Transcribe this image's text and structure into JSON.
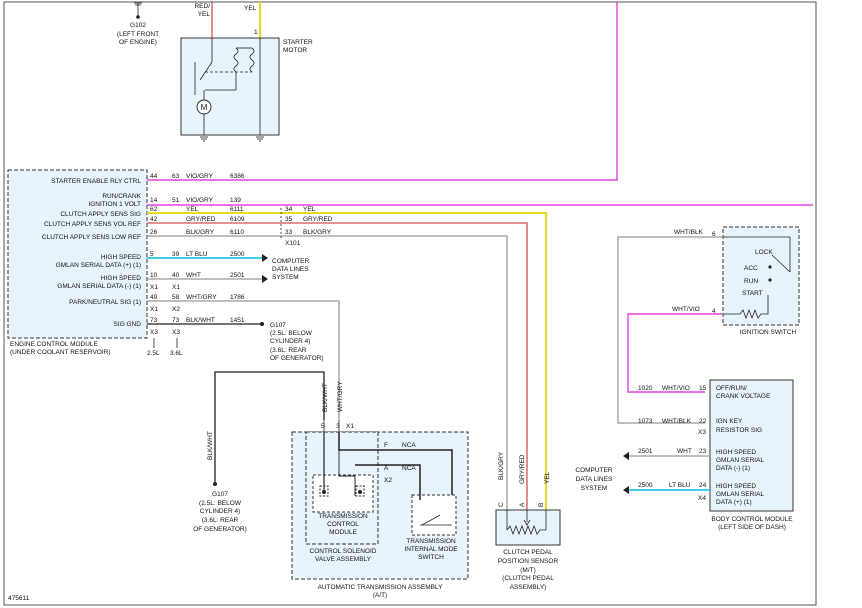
{
  "figure_id": "475611",
  "g102": {
    "id": "G102",
    "loc1": "(LEFT FRONT",
    "loc2": "OF ENGINE)"
  },
  "starter": {
    "w_red": "RED/",
    "w_yel1": "YEL",
    "w_yel2": "YEL",
    "pin1": "1",
    "name1": "STARTER",
    "name2": "MOTOR"
  },
  "ecm": {
    "name1": "ENGINE CONTROL MODULE",
    "name2": "(UNDER COOLANT RESERVOIR)",
    "rows": [
      {
        "label": "STARTER ENABLE RLY CTRL",
        "pin": "44",
        "ckt": "63",
        "color": "VIO/GRY",
        "num": "6386"
      },
      {
        "label": "RUN/CRANK",
        "pin": "",
        "ckt": "",
        "color": "",
        "num": ""
      },
      {
        "label": "IGNITION 1 VOLT",
        "pin": "14",
        "ckt": "51",
        "color": "VIO/GRY",
        "num": "139"
      },
      {
        "label": "CLUTCH APPLY SENS SIG",
        "pin": "62",
        "ckt": "",
        "color": "YEL",
        "num": "6111"
      },
      {
        "label": "CLUTCH APPLY SENS VOL REF",
        "pin": "42",
        "ckt": "",
        "color": "GRY/RED",
        "num": "6109"
      },
      {
        "label": "CLUTCH APPLY SENS LOW REF",
        "pin": "26",
        "ckt": "",
        "color": "BLK/GRY",
        "num": "6110"
      },
      {
        "label": "HIGH SPEED",
        "pin": "",
        "ckt": "",
        "color": "",
        "num": ""
      },
      {
        "label": "GMLAN SERIAL DATA (+) (1)",
        "pin": "5",
        "ckt": "39",
        "color": "LT BLU",
        "num": "2500"
      },
      {
        "label": "HIGH SPEED",
        "pin": "",
        "ckt": "",
        "color": "",
        "num": ""
      },
      {
        "label": "GMLAN SERIAL DATA (-) (1)",
        "pin": "10",
        "ckt": "40",
        "color": "WHT",
        "num": "2501"
      },
      {
        "label": "PARK/NEUTRAL SIG (1)",
        "pin": "49",
        "ckt": "58",
        "color": "WHT/GRY",
        "num": "1786"
      },
      {
        "label": "SIG GND",
        "pin": "73",
        "ckt": "73",
        "color": "BLK/WHT",
        "num": "1451"
      }
    ],
    "x1a": "X1",
    "x1b": "X1",
    "x1c": "X1",
    "x2a": "X2",
    "x3a": "X3",
    "x3b": "X3",
    "eng1": "2.5L",
    "eng2": "3.6L"
  },
  "x101": {
    "pin34": "34",
    "pin35": "35",
    "pin33": "33",
    "c34": "YEL",
    "c35": "GRY/RED",
    "c33": "BLK/GRY",
    "id": "X101"
  },
  "cdls_left": {
    "l1": "COMPUTER",
    "l2": "DATA LINES",
    "l3": "SYSTEM"
  },
  "g107a": {
    "id": "G107",
    "l1": "(2.5L: BELOW",
    "l2": "CYLINDER 4)",
    "l3": "(3.6L: REAR",
    "l4": "OF GENERATOR)"
  },
  "g107b": {
    "id": "G107",
    "l1": "(2.5L: BELOW",
    "l2": "CYLINDER 4)",
    "l3": "(3.6L: REAR",
    "l4": "OF GENERATOR)",
    "wire": "BLK/WHT"
  },
  "trans": {
    "w1": "BLK/WHT",
    "w2": "WHT/GRY",
    "p5": "5",
    "p3": "3",
    "x1": "X1",
    "x2": "X2",
    "f": "F",
    "a": "A",
    "nca1": "NCA",
    "nca2": "NCA",
    "tcm1": "TRANSMISSION",
    "tcm2": "CONTROL",
    "tcm3": "MODULE",
    "csv1": "CONTROL SOLENOID",
    "csv2": "VALVE ASSEMBLY",
    "ims1": "TRANSMISSION",
    "ims2": "INTERNAL MODE",
    "ims3": "SWITCH",
    "ata1": "AUTOMATIC TRANSMISSION ASSEMBLY",
    "ata2": "(A/T)"
  },
  "clutch": {
    "wc": "BLK/GRY",
    "wa": "GRY/RED",
    "wb": "YEL",
    "pc": "C",
    "pa": "A",
    "pb": "B",
    "n1": "CLUTCH PEDAL",
    "n2": "POSITION SENSOR",
    "n3": "(M/T)",
    "n4": "(CLUTCH PEDAL",
    "n5": "ASSEMBLY)"
  },
  "ign": {
    "c1": "WHT/BLK",
    "p6": "6",
    "c2": "WHT/VIO",
    "p4": "4",
    "lock": "LOCK",
    "acc": "ACC",
    "run": "RUN",
    "start": "START",
    "name": "IGNITION SWITCH"
  },
  "bcm": {
    "r1n": "1020",
    "r1c": "WHT/VIO",
    "r1p": "15",
    "r1a": "OFF/RUN/",
    "r1b": "CRANK VOLTAGE",
    "r2n": "1073",
    "r2c": "WHT/BLK",
    "r2p": "22",
    "r2a": "IGN KEY",
    "r2b": "RESISTOR SIG",
    "x3": "X3",
    "r3n": "2501",
    "r3c": "WHT",
    "r3p": "23",
    "r3a": "HIGH SPEED",
    "r3b": "GMLAN SERIAL",
    "r3d": "DATA (-) (1)",
    "r4n": "2500",
    "r4c": "LT BLU",
    "r4p": "24",
    "r4a": "HIGH SPEED",
    "r4b": "GMLAN SERIAL",
    "r4d": "DATA (+) (1)",
    "x4": "X4",
    "cd1": "COMPUTER",
    "cd2": "DATA LINES",
    "cd3": "SYSTEM",
    "name1": "BODY CONTROL MODULE",
    "name2": "(LEFT SIDE OF DASH)"
  }
}
